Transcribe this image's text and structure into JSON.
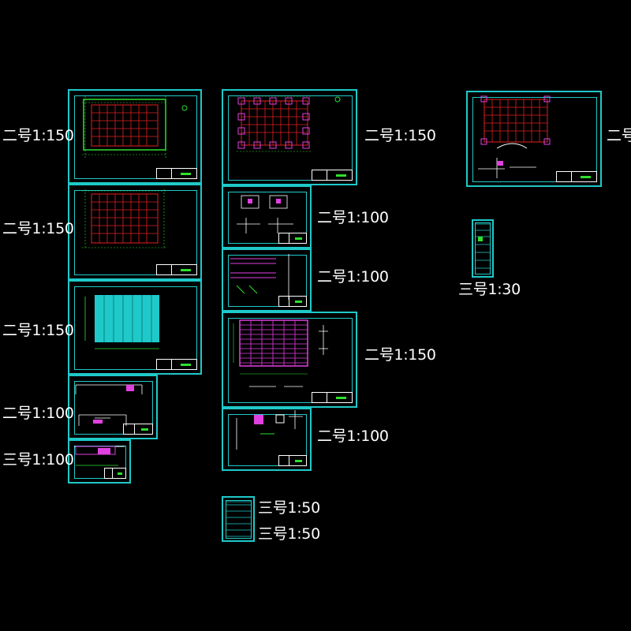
{
  "colors": {
    "background": "#000000",
    "sheet_border": "#1fc9c9",
    "grid_red": "#e02020",
    "dim_green": "#2ee02e",
    "magenta": "#e040e0",
    "cyan_fill": "#1fc9c9",
    "label_white": "#ffffff"
  },
  "labels": {
    "l1": "二号1:150",
    "l2": "二号1:150",
    "l3": "二号1:150",
    "l4": "二号1:100",
    "l5": "三号1:100",
    "m1": "二号1:150",
    "m2": "二号1:100",
    "m3": "二号1:100",
    "m4": "二号1:150",
    "m5": "二号1:100",
    "b1": "三号1:50",
    "b2": "三号1:50",
    "r1": "二号",
    "r2": "三号1:30"
  }
}
